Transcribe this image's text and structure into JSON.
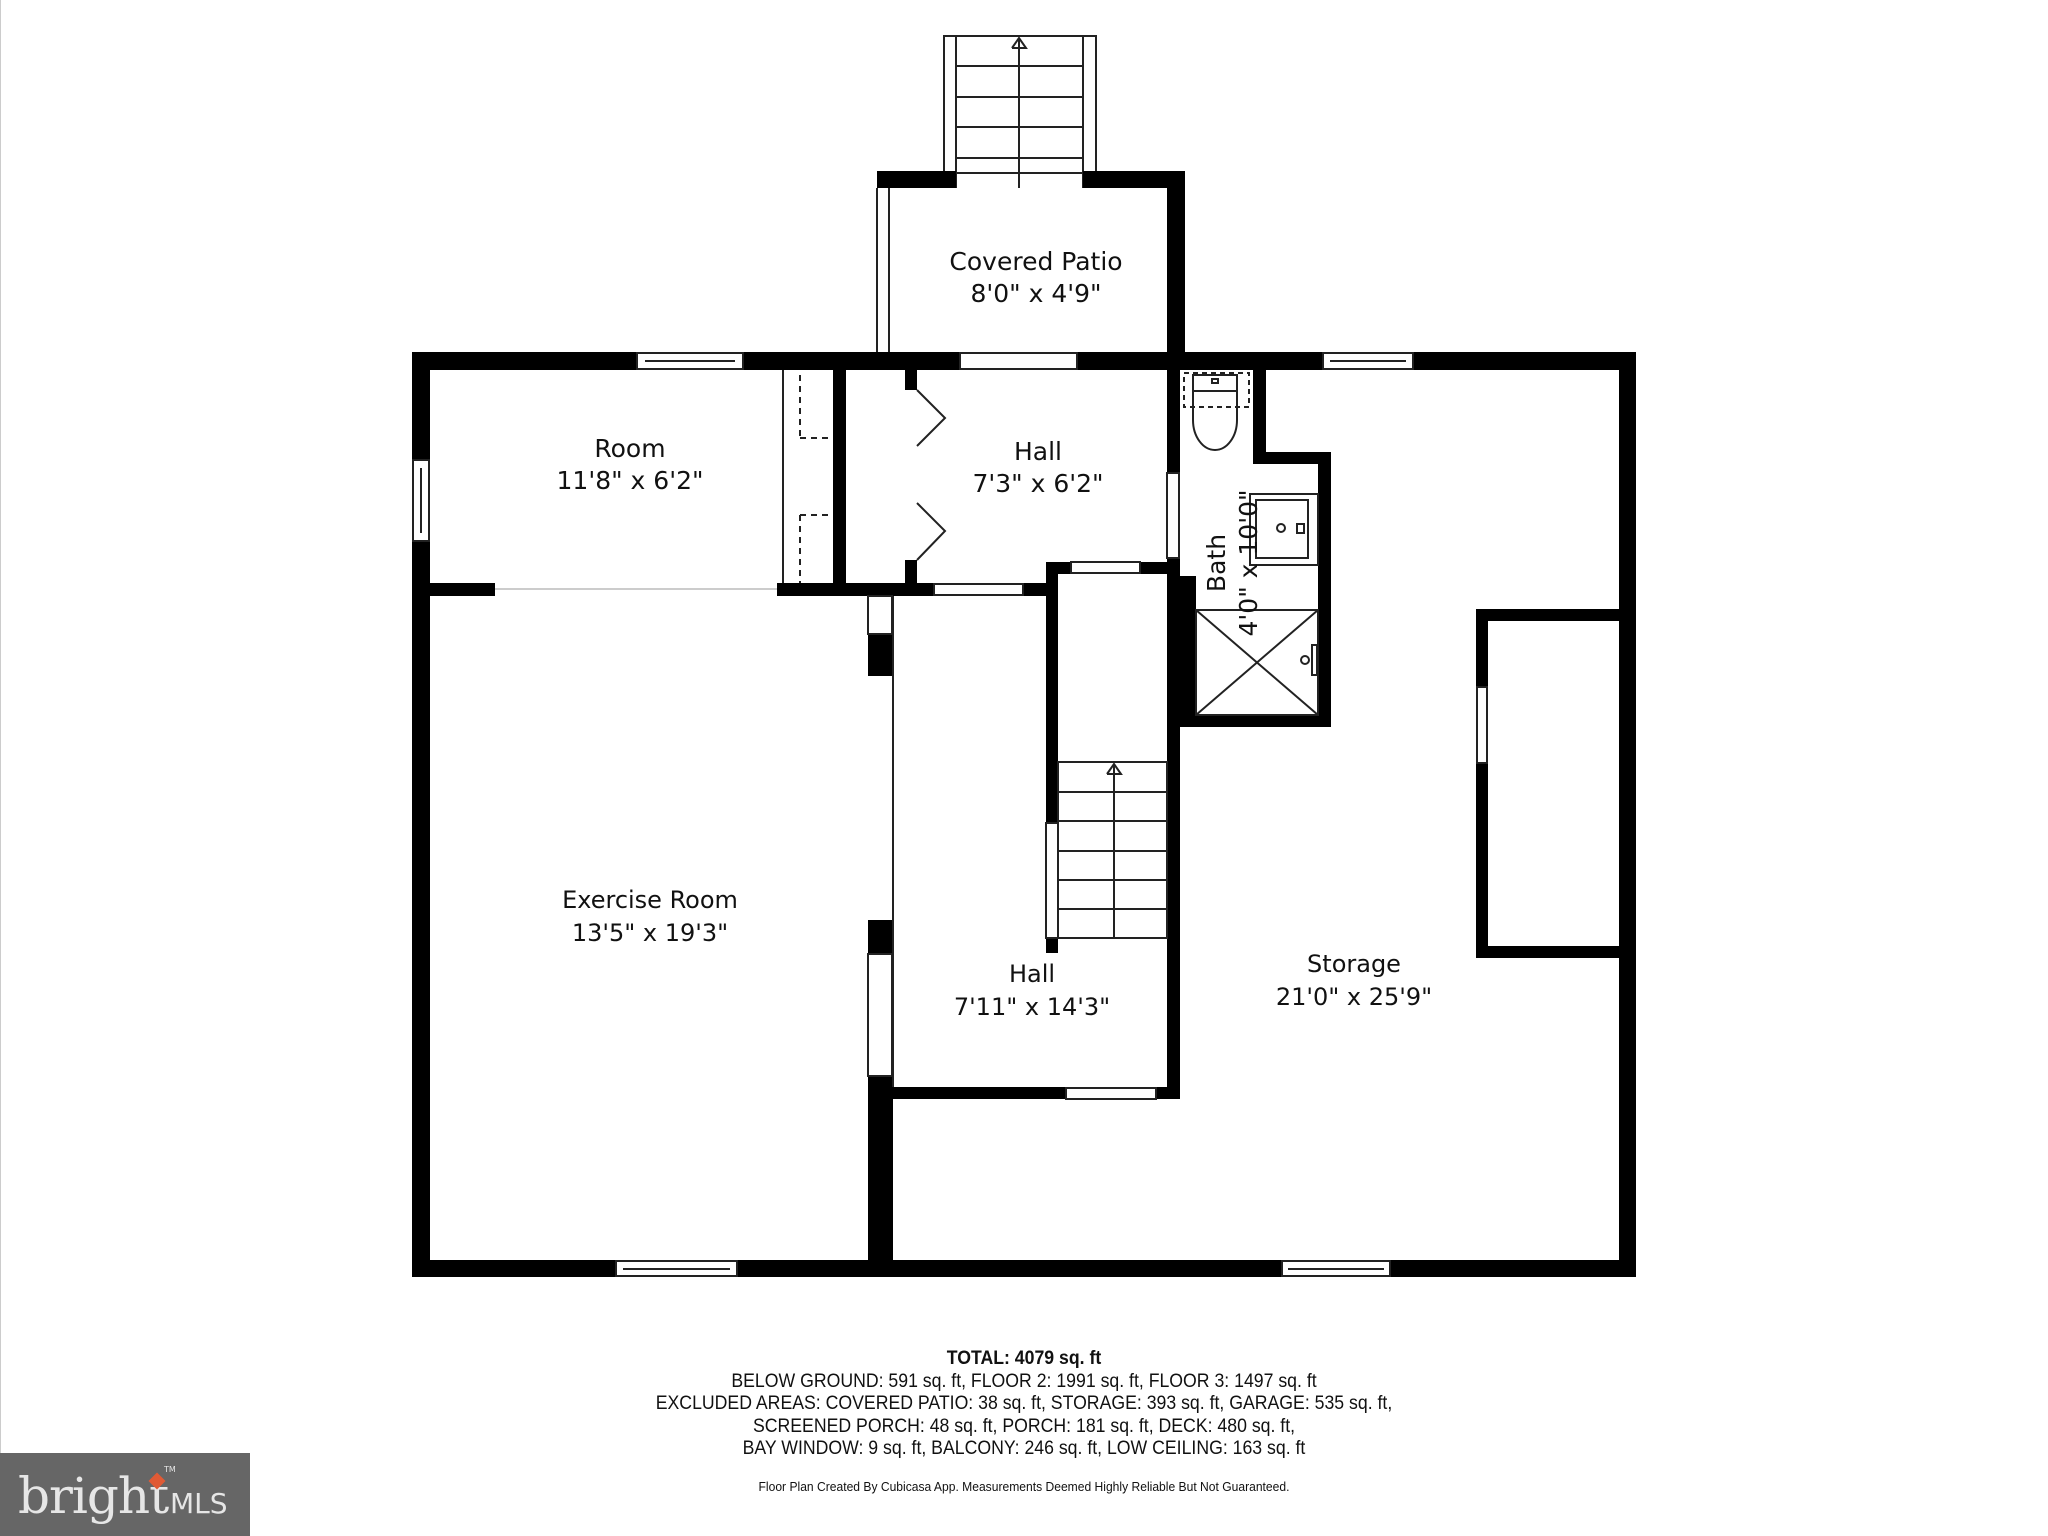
{
  "floorplan": {
    "rooms": [
      {
        "id": "covered-patio",
        "name": "Covered Patio",
        "dims": "8'0\" x 4'9\""
      },
      {
        "id": "room",
        "name": "Room",
        "dims": "11'8\" x 6'2\""
      },
      {
        "id": "hall-upper",
        "name": "Hall",
        "dims": "7'3\" x 6'2\""
      },
      {
        "id": "bath",
        "name": "Bath",
        "dims": "4'0\" x 10'0\""
      },
      {
        "id": "exercise-room",
        "name": "Exercise Room",
        "dims": "13'5\" x 19'3\""
      },
      {
        "id": "hall-lower",
        "name": "Hall",
        "dims": "7'11\" x 14'3\""
      },
      {
        "id": "storage",
        "name": "Storage",
        "dims": "21'0\" x 25'9\""
      }
    ],
    "colors": {
      "wall": "#000000",
      "background": "#ffffff",
      "line": "#222222"
    }
  },
  "summary": {
    "total": "TOTAL: 4079 sq. ft",
    "lines": [
      "BELOW GROUND: 591 sq. ft, FLOOR 2: 1991 sq. ft, FLOOR 3: 1497 sq. ft",
      "EXCLUDED AREAS: COVERED PATIO: 38 sq. ft, STORAGE: 393 sq. ft, GARAGE: 535 sq. ft,",
      "SCREENED PORCH: 48 sq. ft, PORCH: 181 sq. ft, DECK: 480 sq. ft,",
      "BAY WINDOW: 9 sq. ft, BALCONY: 246 sq. ft, LOW CEILING: 163 sq. ft"
    ],
    "credit": "Floor Plan Created By Cubicasa App. Measurements Deemed Highly Reliable But Not Guaranteed."
  },
  "logo": {
    "word": "bright",
    "tm": "TM",
    "suffix": "MLS",
    "background": "#666666",
    "accent": "#e05a35"
  }
}
